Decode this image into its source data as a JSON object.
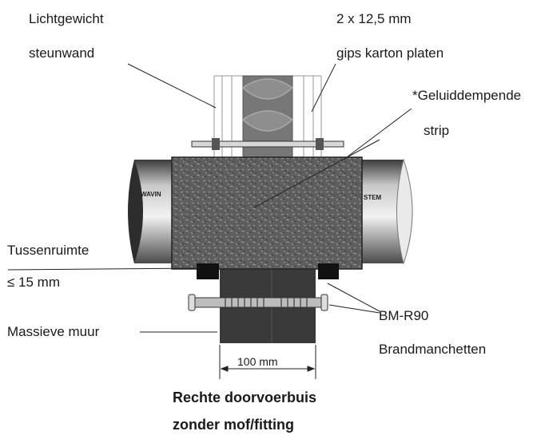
{
  "labels": {
    "lightweight_wall_1": "Lichtgewicht",
    "lightweight_wall_2": "steunwand",
    "boards_1": "2 x 12,5 mm",
    "boards_2": "gips karton platen",
    "strip_1": "*Geluiddempende",
    "strip_2": "strip",
    "gap_1": "Tussenruimte",
    "gap_2": "≤ 15 mm",
    "massive_wall": "Massieve muur",
    "collar_1": "BM-R90",
    "collar_2": "Brandmanchetten",
    "dimension": "100 mm",
    "caption_1": "Rechte doorvoerbuis",
    "caption_2": "zonder mof/fitting"
  },
  "pipe_print": {
    "left": "WAVIN",
    "right": "STEM"
  }
}
